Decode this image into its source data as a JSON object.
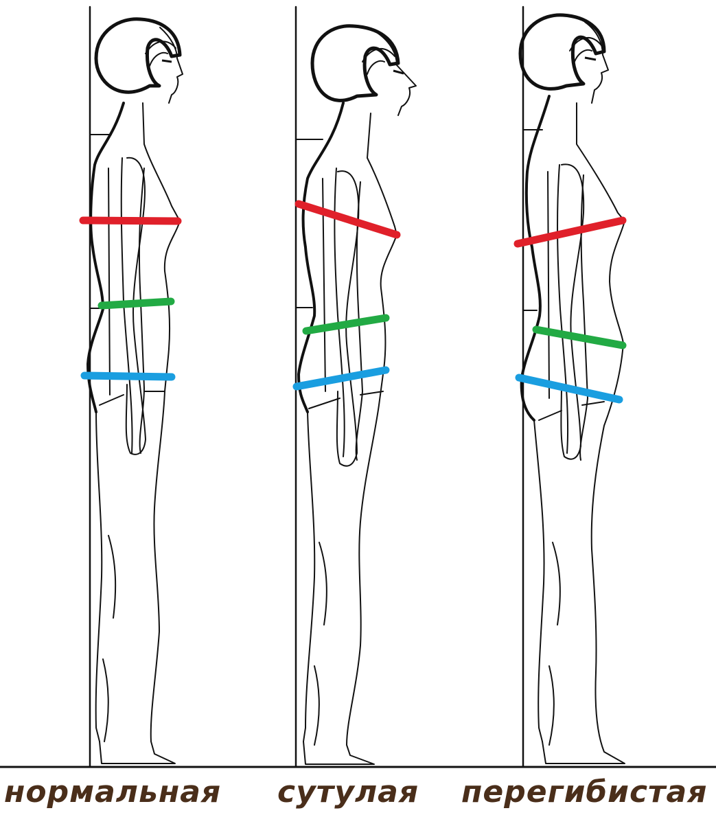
{
  "figures": [
    {
      "id": "normal",
      "label": "нормальная"
    },
    {
      "id": "stooped",
      "label": "сутулая"
    },
    {
      "id": "overbent",
      "label": "перегибистая"
    }
  ],
  "measurement_line_colors": {
    "chest": "#e0202a",
    "waist": "#22aa44",
    "hips": "#1a9ee0"
  }
}
